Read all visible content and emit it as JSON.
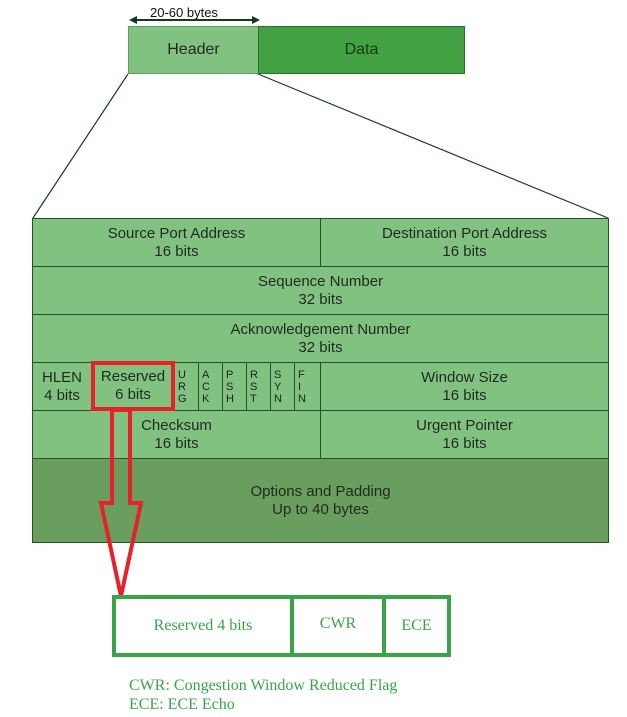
{
  "segment": {
    "size_label": "20-60 bytes",
    "header_label": "Header",
    "data_label": "Data"
  },
  "header_fields": {
    "row1": [
      {
        "name": "Source Port Address",
        "bits": "16 bits"
      },
      {
        "name": "Destination Port Address",
        "bits": "16 bits"
      }
    ],
    "row2": {
      "name": "Sequence Number",
      "bits": "32 bits"
    },
    "row3": {
      "name": "Acknowledgement Number",
      "bits": "32 bits"
    },
    "row4": {
      "hlen": {
        "name": "HLEN",
        "bits": "4 bits"
      },
      "reserved": {
        "name": "Reserved",
        "bits": "6 bits"
      },
      "flags": [
        [
          "U",
          "R",
          "G"
        ],
        [
          "A",
          "C",
          "K"
        ],
        [
          "P",
          "S",
          "H"
        ],
        [
          "R",
          "S",
          "T"
        ],
        [
          "S",
          "Y",
          "N"
        ],
        [
          "F",
          "I",
          "N"
        ]
      ],
      "window": {
        "name": "Window Size",
        "bits": "16 bits"
      }
    },
    "row5": [
      {
        "name": "Checksum",
        "bits": "16 bits"
      },
      {
        "name": "Urgent Pointer",
        "bits": "16 bits"
      }
    ],
    "row6": {
      "name": "Options and Padding",
      "bits": "Up to 40 bytes"
    }
  },
  "reserved_breakdown": {
    "cells": [
      "Reserved 4 bits",
      "CWR",
      "ECE"
    ],
    "legend": [
      "CWR: Congestion Window Reduced Flag",
      "ECE: ECE Echo"
    ]
  },
  "colors": {
    "header_fill": "#81c281",
    "data_fill": "#42a142",
    "options_fill": "#6a9e5f",
    "highlight_red": "#e8202a",
    "breakdown_green": "#3aa34a"
  }
}
